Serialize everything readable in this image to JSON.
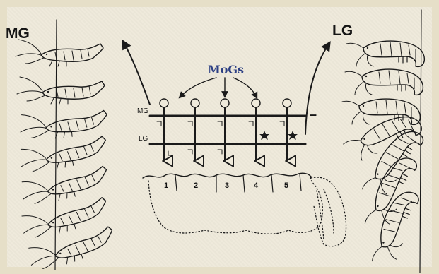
{
  "labels": {
    "mg_left": "MG",
    "lg_right": "LG",
    "mogs": "MoGs",
    "mg_axon": "MG",
    "lg_axon": "LG",
    "minus_sign": "–"
  },
  "segments": [
    "1",
    "2",
    "3",
    "4",
    "5"
  ],
  "colors": {
    "background": "#efeadb",
    "ink": "#1a1a1a",
    "mogs_label": "#2c3f83"
  }
}
